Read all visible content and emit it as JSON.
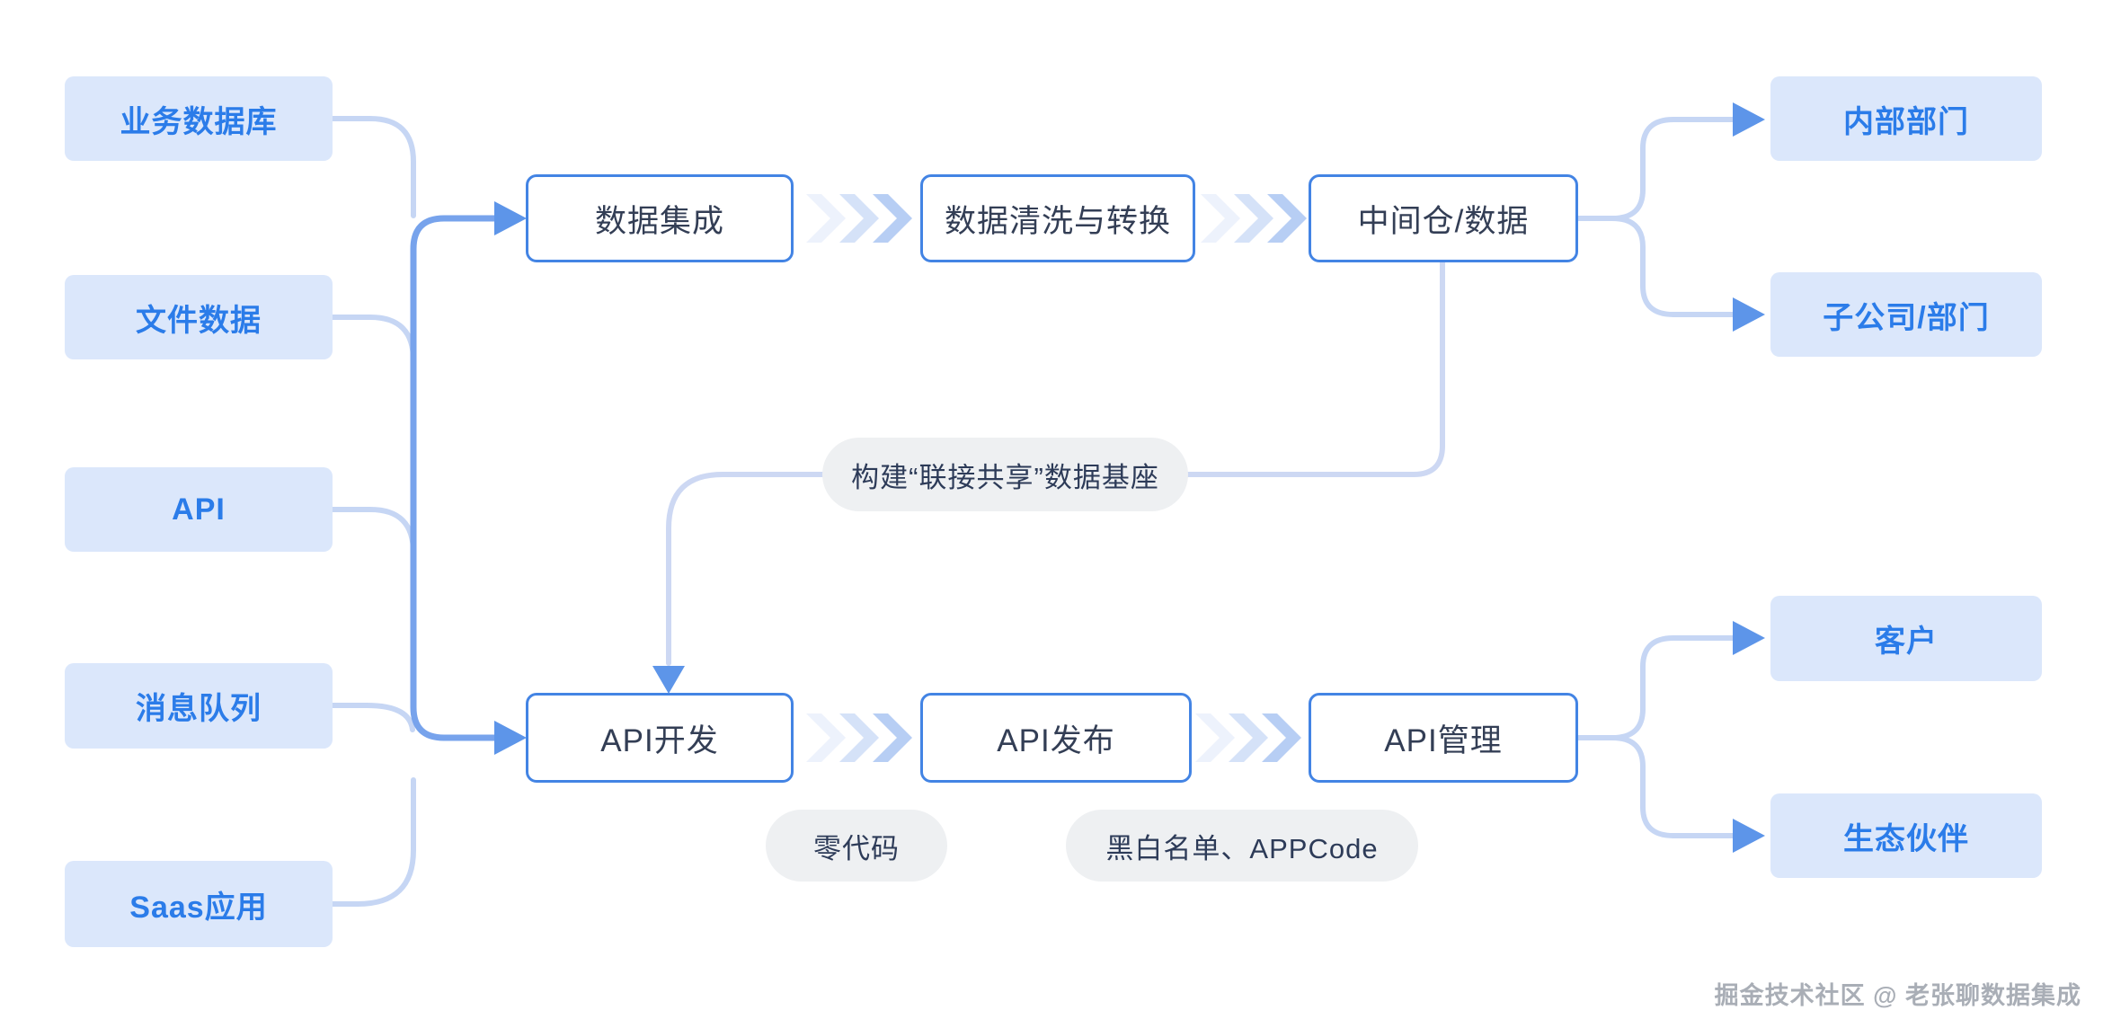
{
  "sources": [
    {
      "label": "业务数据库"
    },
    {
      "label": "文件数据"
    },
    {
      "label": "API"
    },
    {
      "label": "消息队列"
    },
    {
      "label": "Saas应用"
    }
  ],
  "data_pipeline": [
    {
      "label": "数据集成"
    },
    {
      "label": "数据清洗与转换"
    },
    {
      "label": "中间仓/数据"
    }
  ],
  "api_pipeline": [
    {
      "label": "API开发"
    },
    {
      "label": "API发布"
    },
    {
      "label": "API管理"
    }
  ],
  "data_consumers": [
    {
      "label": "内部部门"
    },
    {
      "label": "子公司/部门"
    }
  ],
  "api_consumers": [
    {
      "label": "客户"
    },
    {
      "label": "生态伙伴"
    }
  ],
  "annotations": {
    "foundation_pill": "构建“联接共享”数据基座",
    "zero_code_pill": "零代码",
    "list_pill": "黑白名单、APPCode"
  },
  "watermark": "掘金技术社区 @ 老张聊数据集成",
  "colors": {
    "source_node_fill": "#dbe7fb",
    "source_node_text": "#2b7ce9",
    "process_node_border": "#4384e4",
    "process_node_text": "#333e55",
    "pill_fill": "#eef0f2",
    "pill_text": "#2d3b58",
    "connector_light": "#c6d6f4",
    "connector_strong": "#77a3ec",
    "arrowhead": "#5d95e9",
    "chevron_colors": [
      "#edf2fc",
      "#d5e2f8",
      "#b7cef4"
    ]
  }
}
